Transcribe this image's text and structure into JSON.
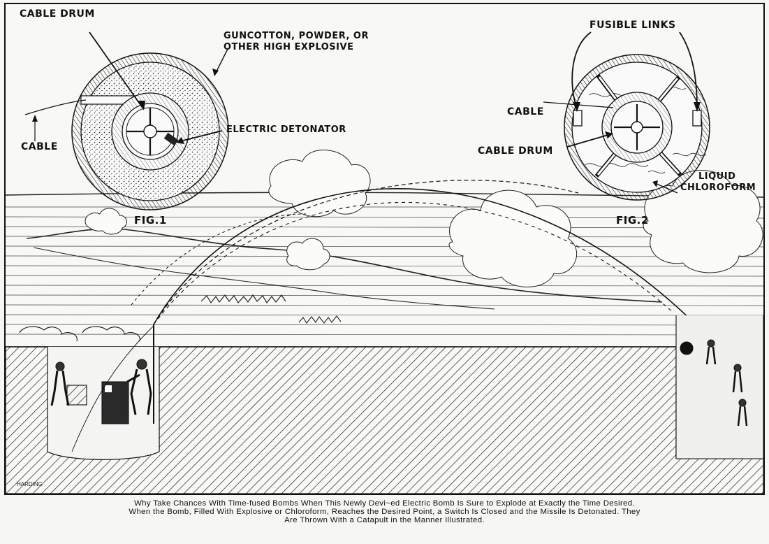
{
  "labels": {
    "fig1": {
      "cable_drum": "CABLE DRUM",
      "explosive_line1": "GUNCOTTON, POWDER, OR",
      "explosive_line2": "OTHER HIGH EXPLOSIVE",
      "cable": "CABLE",
      "detonator": "ELECTRIC DETONATOR",
      "fig_label": "FIG.1"
    },
    "fig2": {
      "fusible_links": "FUSIBLE LINKS",
      "cable": "CABLE",
      "cable_drum": "CABLE DRUM",
      "liquid": "LIQUID",
      "chloroform": "CHLOROFORM",
      "fig_label": "FIG.2"
    }
  },
  "signature": "HARDING",
  "caption": {
    "line1": "Why Take Chances With Time-fused Bombs When This Newly Devi~ed Electric Bomb Is Sure to Explode at Exactly the Time Desired.",
    "line2": "When the Bomb, Filled With Explosive or Chloroform, Reaches the Desired Point, a Switch Is Closed and the Missile Is Detonated. They",
    "line3": "Are Thrown With a Catapult in the Manner Illustrated."
  },
  "colors": {
    "ink": "#111111",
    "paper": "#f8f8f6"
  }
}
